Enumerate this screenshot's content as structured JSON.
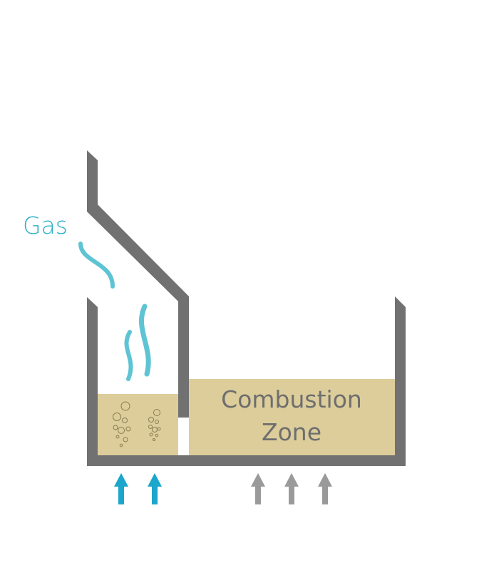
{
  "labels": {
    "gas": "Gas",
    "zone_line1": "Combustion",
    "zone_line2": "Zone"
  },
  "colors": {
    "wall": "#717171",
    "bed": "#dccd9a",
    "gas": "#5ec4d4",
    "gas_label": "#2ab0c8",
    "air_arrow_primary": "#1ba6cc",
    "air_arrow_secondary": "#9a9a9a",
    "zone_text": "#6e6e6e",
    "bubble": "#8a7d55"
  },
  "icons": {
    "gas_wisp": "wavy-flame-icon",
    "bubble": "bubble-icon",
    "air_arrow": "arrow-up-icon"
  }
}
